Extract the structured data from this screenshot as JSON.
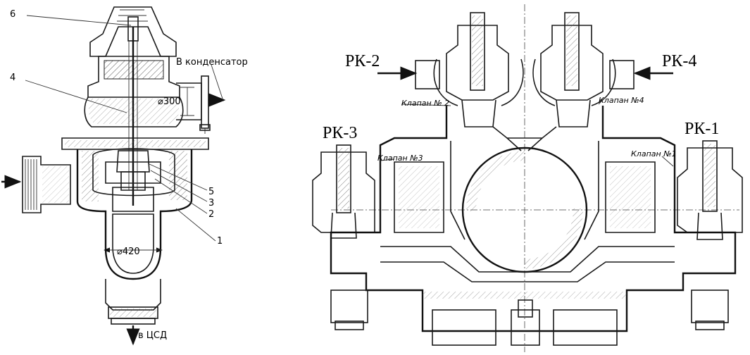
{
  "left": {
    "labels": {
      "l6": "6",
      "l4": "4",
      "l5": "5",
      "l3": "3",
      "l2": "2",
      "l1": "1",
      "condenser": "В конденсатор",
      "d300": "⌀300",
      "d420": "⌀420",
      "tsd": "в ЦСД"
    }
  },
  "right": {
    "labels": {
      "rk1": "РК-1",
      "rk2": "РК-2",
      "rk3": "РК-3",
      "rk4": "РК-4",
      "valve1": "Клапан №1",
      "valve2": "Клапан № 2",
      "valve3": "Клапан №3",
      "valve4": "Клапан №4"
    }
  },
  "colors": {
    "ink": "#1a1a1a",
    "paper": "#ffffff"
  }
}
